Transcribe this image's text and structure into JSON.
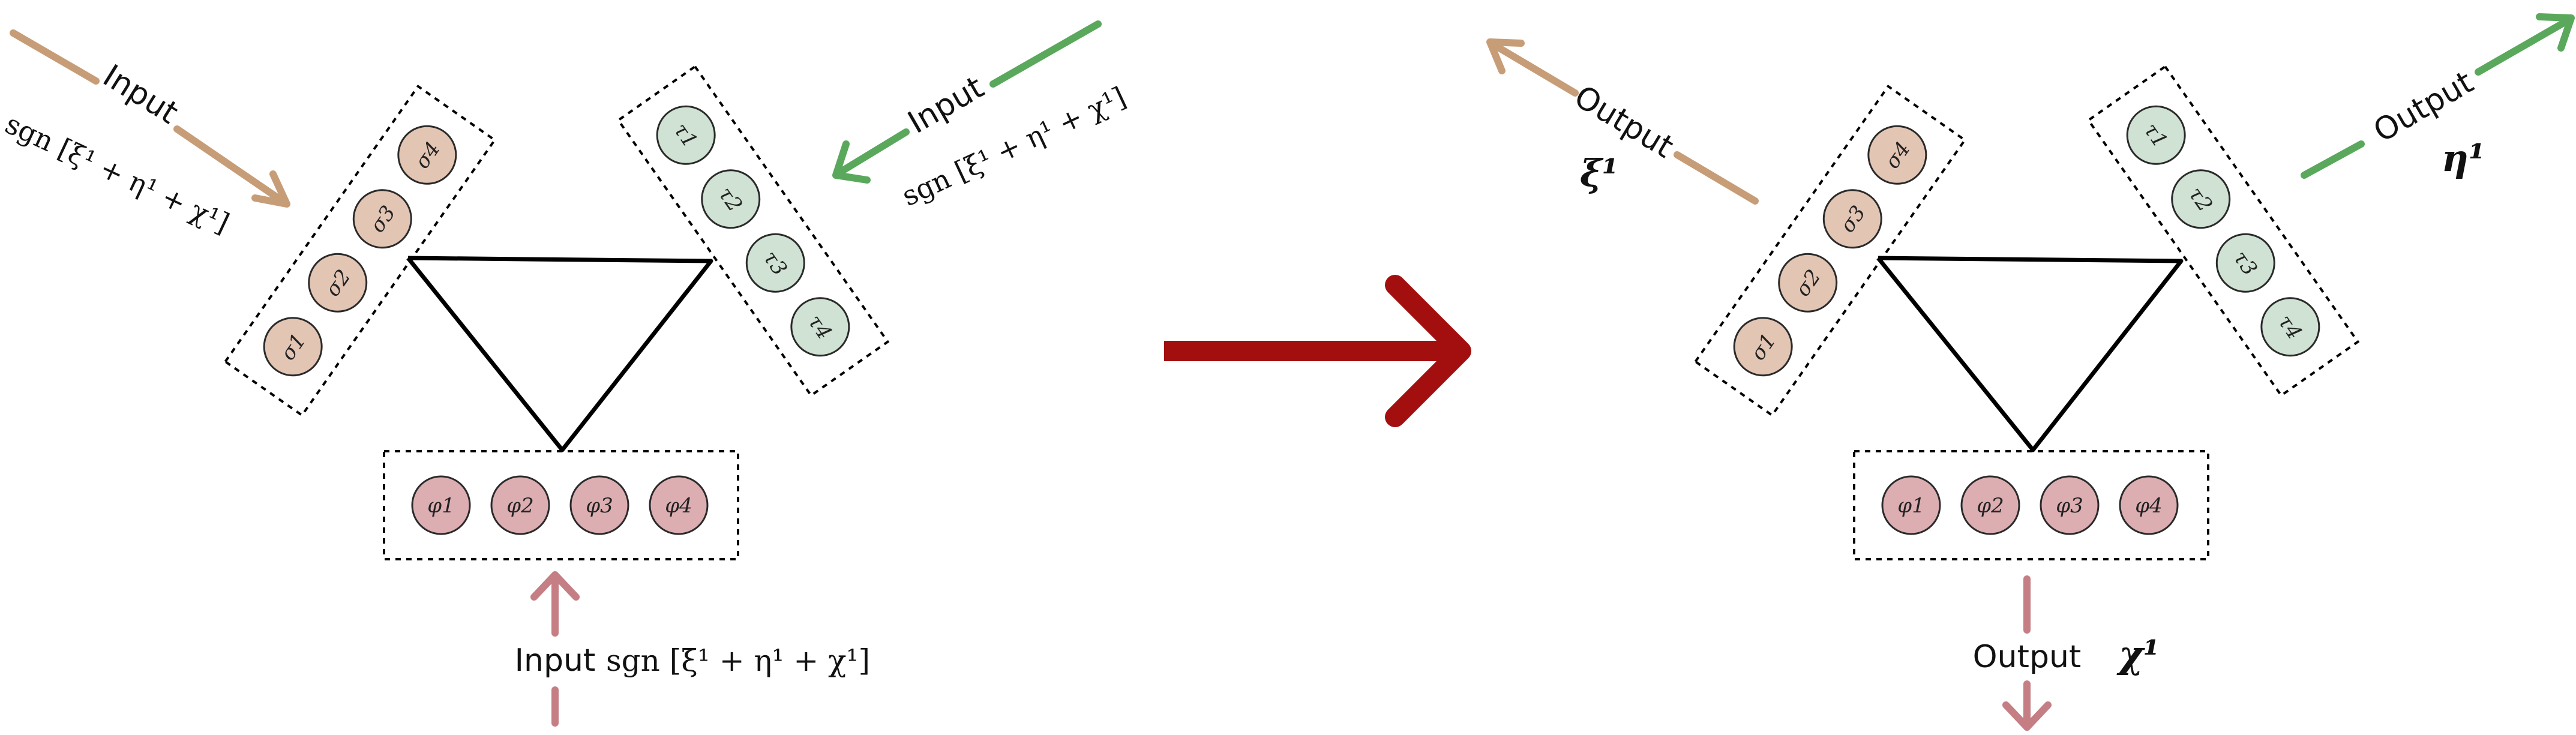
{
  "colors": {
    "sigma_fill": "#e3c5b4",
    "tau_fill": "#cfe2d3",
    "phi_fill": "#dcaeb2",
    "arrow_sigma": "#c79d78",
    "arrow_tau": "#5aa85c",
    "arrow_phi": "#c47e84",
    "big_arrow": "#a30f0f",
    "line": "#000000"
  },
  "left": {
    "sigma_units": [
      "σ1",
      "σ2",
      "σ3",
      "σ4"
    ],
    "tau_units": [
      "τ1",
      "τ2",
      "τ3",
      "τ4"
    ],
    "phi_units": [
      "φ1",
      "φ2",
      "φ3",
      "φ4"
    ],
    "sigma_input_label": "Input",
    "tau_input_label": "Input",
    "phi_input_label": "Input",
    "sigma_formula": "sgn [ξ¹ + η¹ + χ¹]",
    "tau_formula": "sgn [ξ¹ + η¹ + χ¹]",
    "phi_formula": "sgn [ξ¹ + η¹ + χ¹]"
  },
  "right": {
    "sigma_units": [
      "σ1",
      "σ2",
      "σ3",
      "σ4"
    ],
    "tau_units": [
      "τ1",
      "τ2",
      "τ3",
      "τ4"
    ],
    "phi_units": [
      "φ1",
      "φ2",
      "φ3",
      "φ4"
    ],
    "sigma_output_label": "Output",
    "tau_output_label": "Output",
    "phi_output_label": "Output",
    "sigma_pattern": "ξ¹",
    "tau_pattern": "η¹",
    "phi_pattern": "χ¹"
  }
}
